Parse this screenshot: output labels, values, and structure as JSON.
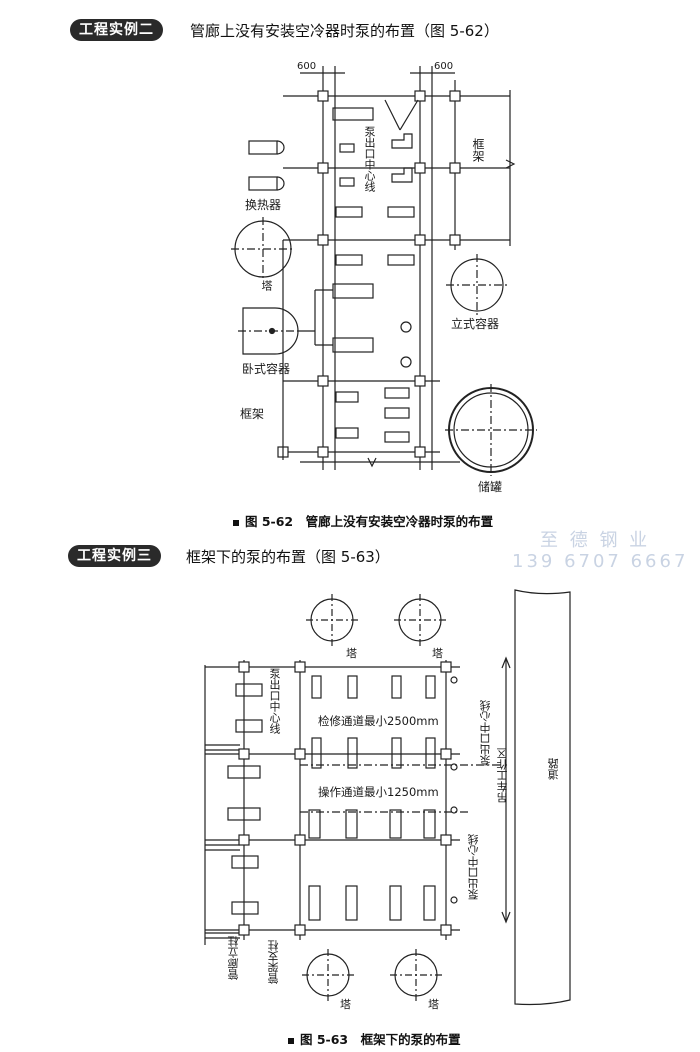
{
  "section2": {
    "badge": "工程实例二",
    "title": "管廊上没有安装空冷器时泵的布置（图 5-62）",
    "caption": "图 5-62　管廊上没有安装空冷器时泵的布置",
    "labels": {
      "dim_left": "600",
      "dim_right": "600",
      "frame_top": "框架",
      "centerline": "泵出口中心线",
      "exchanger": "换热器",
      "tower": "塔",
      "vertical_vessel": "立式容器",
      "horizontal_vessel": "卧式容器",
      "frame_bottom": "框架",
      "storage_tank": "储罐"
    }
  },
  "section3": {
    "badge": "工程实例三",
    "title": "框架下的泵的布置（图 5-63）",
    "caption": "图 5-63　框架下的泵的布置",
    "labels": {
      "tower_tl": "塔",
      "tower_tr": "塔",
      "tower_bl": "塔",
      "tower_br": "塔",
      "centerline_left": "泵出口中心线",
      "centerline_right_top": "泵出口中心线",
      "centerline_right_bottom": "泵出口中心线",
      "maint_passage": "检修通道最小2500mm",
      "oper_passage": "操作通道最小1250mm",
      "crane_area": "吊车工作区",
      "road": "道路",
      "rack_column": "管廊立柱",
      "pump_support": "管架支柱"
    }
  },
  "watermark": {
    "company": "至 德 钢 业",
    "phone": "139 6707 6667"
  }
}
